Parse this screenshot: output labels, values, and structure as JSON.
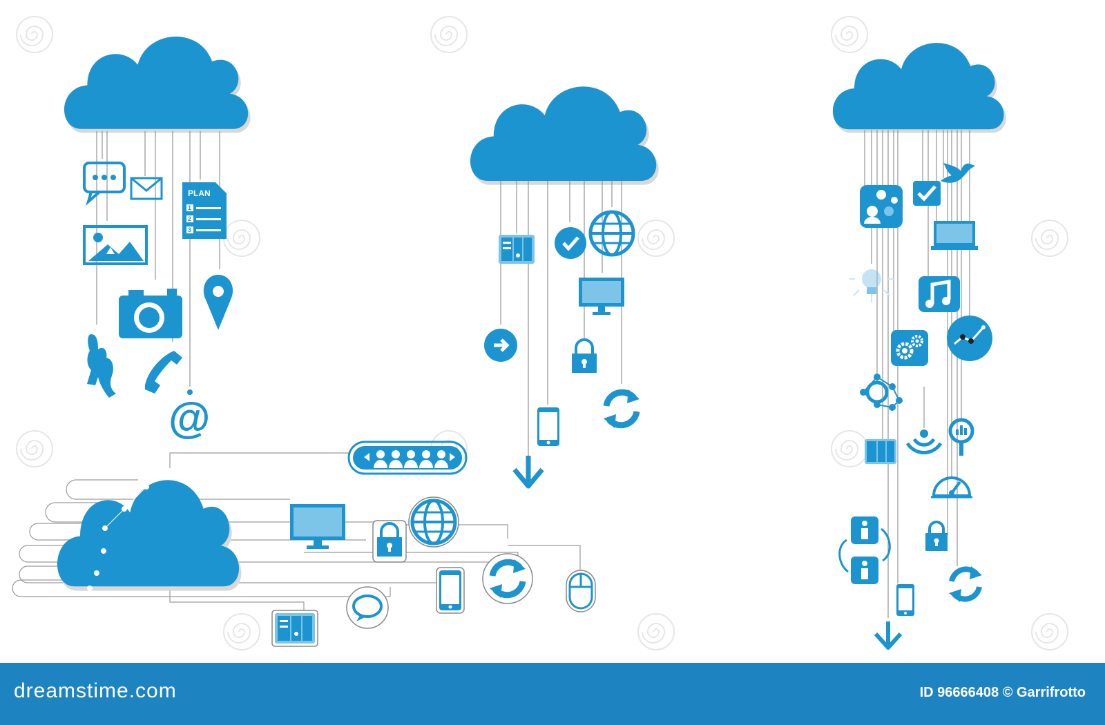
{
  "plan_label": "PLAN",
  "plan_items": [
    "1",
    "2",
    "3"
  ],
  "email_glyph": "@",
  "watermark": {
    "site": "dreamstime.com",
    "id_text": "ID 96666408",
    "author_text": "© Garrifrotto"
  },
  "colors": {
    "accent": "#1b94cf",
    "footer": "#1d84c1",
    "string": "#8a8a8a"
  },
  "icons": {
    "cloud1": [
      "chat-bubble-icon",
      "envelope-icon",
      "plan-document-icon",
      "landscape-image-icon",
      "camera-icon",
      "map-pin-icon",
      "hand-icon",
      "phone-icon",
      "at-sign-icon"
    ],
    "cloud2": [
      "server-icon",
      "checkmark-icon",
      "globe-icon",
      "monitor-icon",
      "arrow-right-icon",
      "padlock-icon",
      "smartphone-icon",
      "refresh-icon",
      "arrow-down-icon"
    ],
    "cloud3": [
      "people-group-icon",
      "monitor-icon",
      "globe-icon",
      "padlock-icon",
      "refresh-icon",
      "smartphone-icon",
      "mouse-icon",
      "speech-bubble-icon",
      "server-icon"
    ],
    "cloud4": [
      "user-chat-icon",
      "checkmark-icon",
      "bird-icon",
      "laptop-icon",
      "lightbulb-icon",
      "music-note-icon",
      "chart-icon",
      "gears-icon",
      "network-icon",
      "server-icon",
      "wifi-icon",
      "search-chart-icon",
      "speedometer-icon",
      "info-icon",
      "padlock-icon",
      "refresh-icon",
      "smartphone-icon",
      "arrow-down-icon"
    ]
  }
}
